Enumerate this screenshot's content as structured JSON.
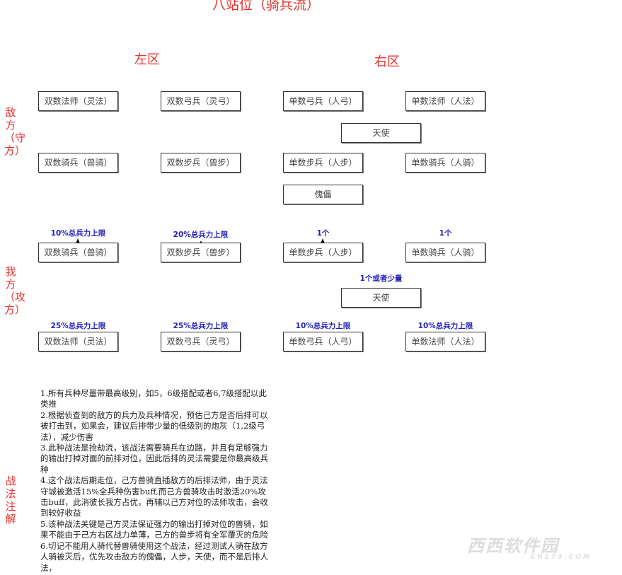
{
  "title": "八站位（骑兵流）",
  "zones": {
    "left": "左区",
    "right": "右区"
  },
  "sides": {
    "enemy": "敌方（守方）",
    "ours": "我方（攻方）",
    "notes": "战法注解"
  },
  "enemy": {
    "row1": [
      "双数法师（灵法）",
      "双数弓兵（灵弓）",
      "单数弓兵（人弓）",
      "单数法师（人法）"
    ],
    "angel": "天使",
    "row2": [
      "双数骑兵（兽骑）",
      "双数步兵（兽步）",
      "单数步兵（人步）",
      "单数骑兵（人骑）"
    ],
    "puppet": "傀儡"
  },
  "ours": {
    "row1_labels": [
      "10%总兵力上限",
      "20%总兵力上限",
      "1个",
      "1个"
    ],
    "row1": [
      "双数骑兵（兽骑）",
      "双数步兵（兽步）",
      "单数步兵（人步）",
      "单数骑兵（人骑）"
    ],
    "angel_label": "1个或者少量",
    "angel": "天使",
    "row2_labels": [
      "25%总兵力上限",
      "25%总兵力上限",
      "10%总兵力上限",
      "10%总兵力上限"
    ],
    "row2": [
      "双数法师（灵法）",
      "双数弓兵（灵弓）",
      "单数弓兵（人弓）",
      "单数法师（人法）"
    ]
  },
  "notes": [
    "1.所有兵种尽量带最高级别，如5，6级搭配或者6,7级搭配以此类推",
    "2.根据侦查到的敌方的兵力及兵种情况，预估己方是否后排可以被打击到，如果会，建议后排带少量的低级别的炮灰（1,2级弓法），减少伤害",
    "3.此种战法是抢劫流，该战法需要骑兵在边路，并且有足够强力的输出打掉对面的前排对位，因此后排的灵法需要是你最高级兵种",
    "4.这个战法后期走位，己方兽骑直插敌方的后排法师，由于灵法守城被激活15%全兵种伤害buff,而己方兽骑攻击时激活20%攻击buff，此消彼长我方占优，再辅以己方对位的法师攻击，会收到较好收益",
    "5.该种战法关键是己方灵法保证强力的输出打掉对位的兽骑，如果不能由于己方右区战力单薄，己方的兽步将有全军覆灭的危险",
    "6.切记不能用人骑代替兽骑使用这个战法，经过测试人骑在敌方人骑被灭后，优先攻击敌方的傀儡，人步，天使，而不是后排人法，"
  ],
  "watermark": {
    "brand": "西西软件园",
    "site": "CR173.COM"
  }
}
